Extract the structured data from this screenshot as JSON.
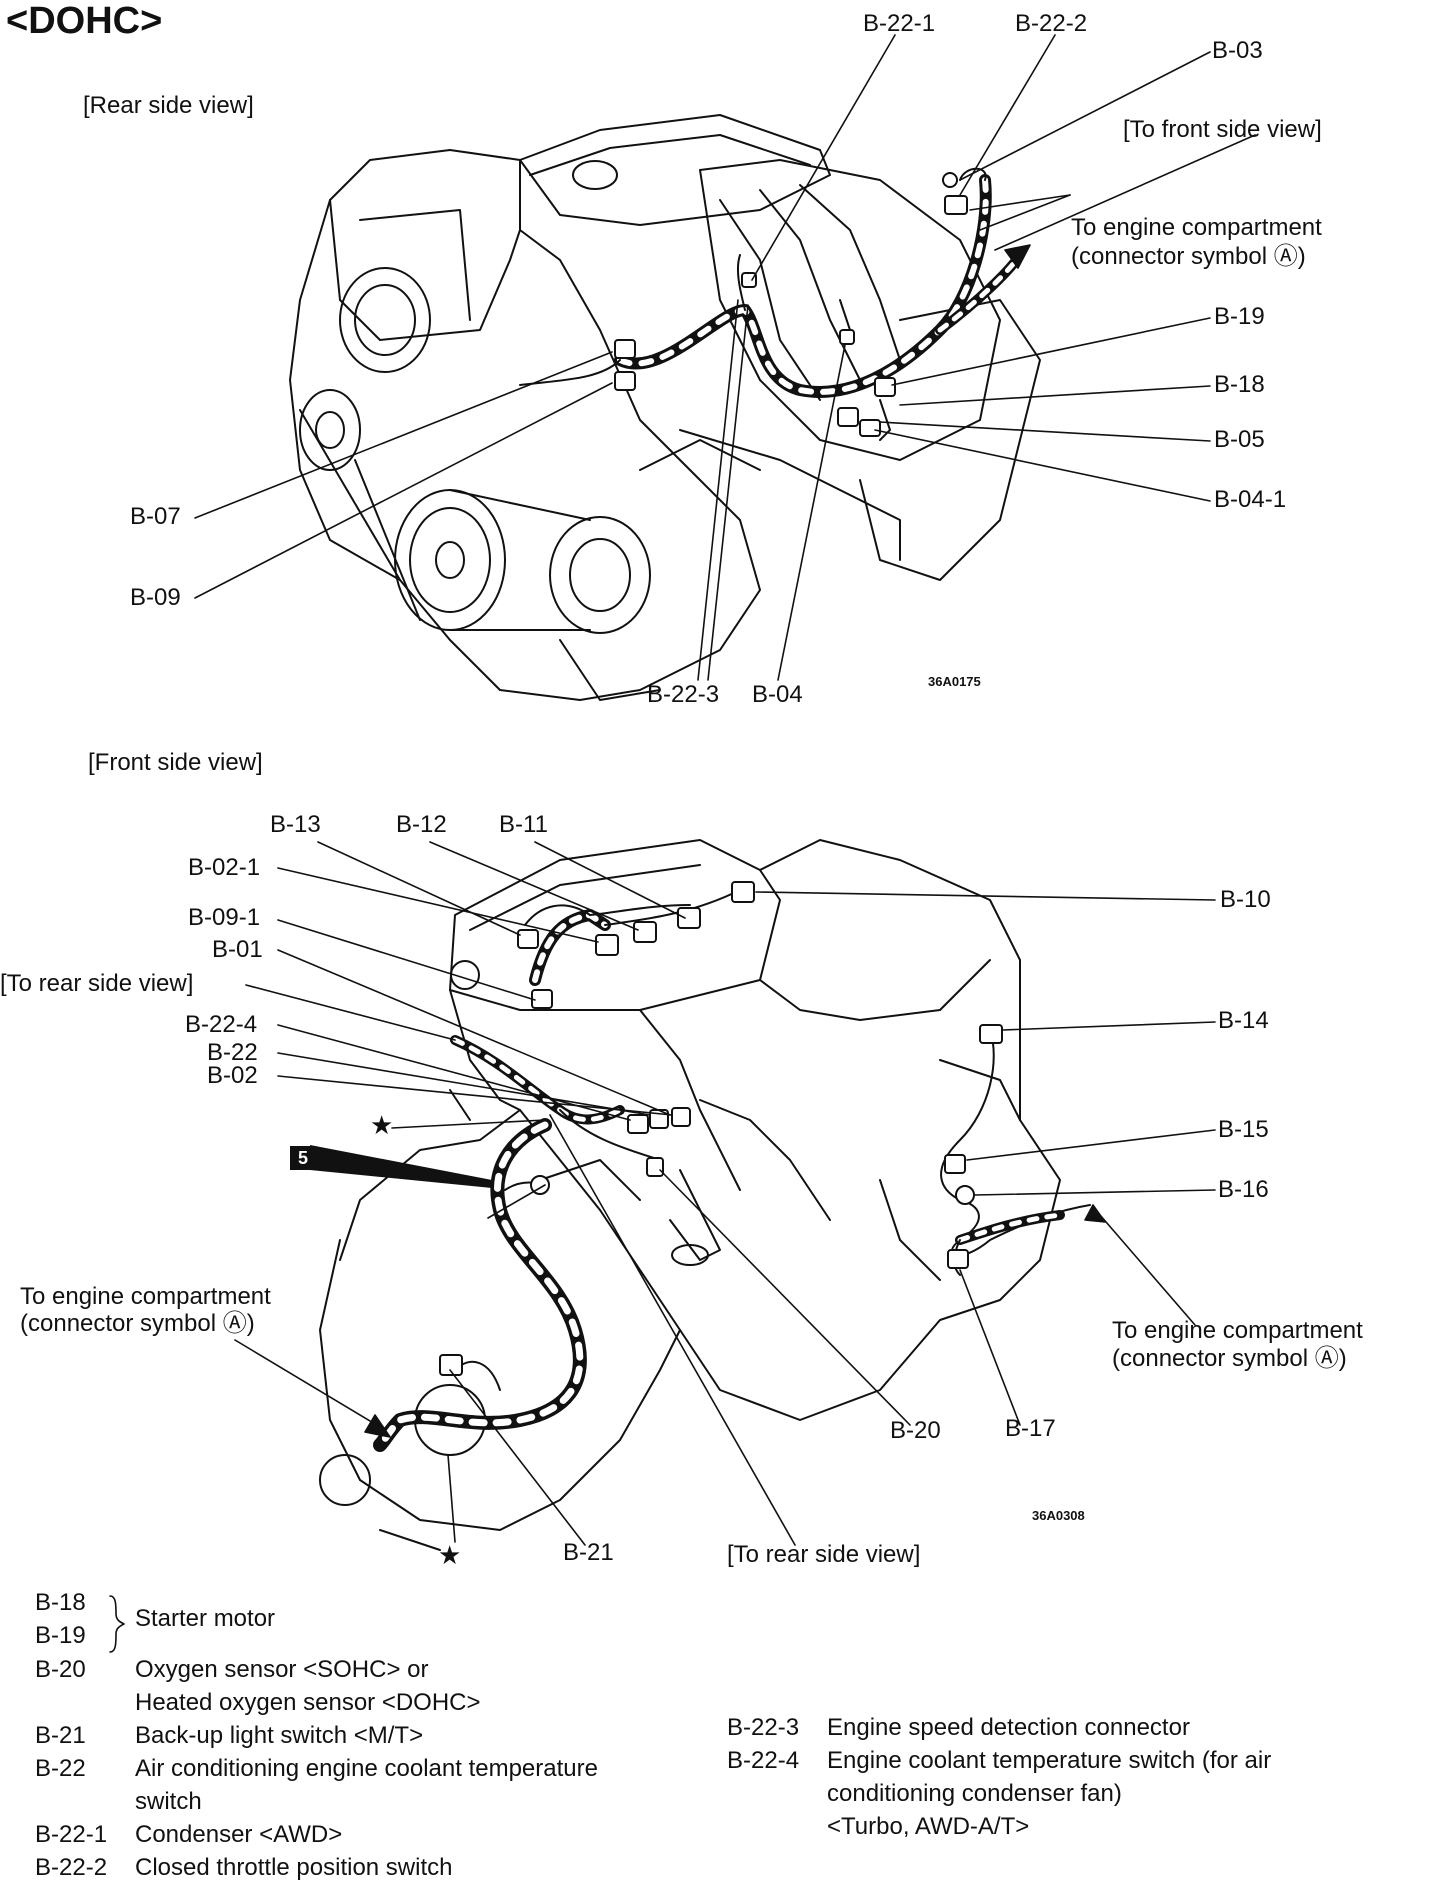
{
  "title": "<DOHC>",
  "rear_view": {
    "heading": "[Rear side view]",
    "to_front": "[To front side view]",
    "engine_comp_line1": "To engine compartment",
    "engine_comp_line2": "(connector symbol Ⓐ)",
    "code": "36A0175",
    "labels": {
      "b22_1": "B-22-1",
      "b22_2": "B-22-2",
      "b03": "B-03",
      "b19": "B-19",
      "b18": "B-18",
      "b05": "B-05",
      "b04_1": "B-04-1",
      "b07": "B-07",
      "b09": "B-09",
      "b22_3": "B-22-3",
      "b04": "B-04"
    }
  },
  "front_view": {
    "heading": "[Front side view]",
    "code": "36A0308",
    "to_rear_left": "[To rear side view]",
    "to_rear_bottom": "[To rear side view]",
    "engine_comp_left_line1": "To engine compartment",
    "engine_comp_left_line2": "(connector symbol Ⓐ)",
    "engine_comp_right_line1": "To engine compartment",
    "engine_comp_right_line2": "(connector symbol Ⓐ)",
    "star": "★",
    "five": "5",
    "labels": {
      "b13": "B-13",
      "b12": "B-12",
      "b11": "B-11",
      "b10": "B-10",
      "b02_1": "B-02-1",
      "b09_1": "B-09-1",
      "b01": "B-01",
      "b22_4": "B-22-4",
      "b22": "B-22",
      "b02": "B-02",
      "b14": "B-14",
      "b15": "B-15",
      "b16": "B-16",
      "b17": "B-17",
      "b20": "B-20",
      "b21": "B-21"
    }
  },
  "legend": {
    "left": [
      {
        "code": "B-18",
        "desc": ""
      },
      {
        "code": "B-19",
        "desc": ""
      },
      {
        "code": "B-20",
        "desc": "Oxygen sensor <SOHC> or"
      },
      {
        "code": "",
        "desc": "Heated oxygen sensor <DOHC>"
      },
      {
        "code": "B-21",
        "desc": "Back-up light switch <M/T>"
      },
      {
        "code": "B-22",
        "desc": "Air conditioning engine coolant temperature"
      },
      {
        "code": "",
        "desc": "switch"
      },
      {
        "code": "B-22-1",
        "desc": "Condenser <AWD>"
      },
      {
        "code": "B-22-2",
        "desc": "Closed throttle position switch"
      }
    ],
    "starter_motor": "Starter motor",
    "right": [
      {
        "code": "B-22-3",
        "desc": "Engine speed detection connector"
      },
      {
        "code": "B-22-4",
        "desc": "Engine coolant temperature switch (for air"
      },
      {
        "code": "",
        "desc": "conditioning condenser fan)"
      },
      {
        "code": "",
        "desc": "<Turbo, AWD-A/T>"
      }
    ]
  }
}
